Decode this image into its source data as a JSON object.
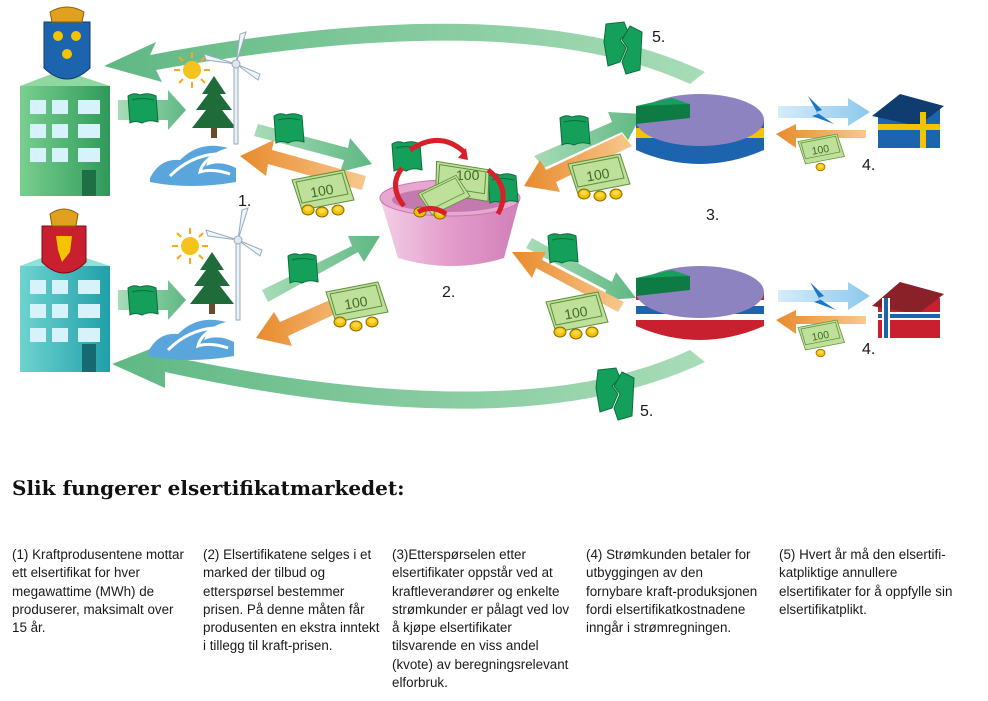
{
  "labels": {
    "step1": "1.",
    "step2": "2.",
    "step3": "3.",
    "step4_top": "4.",
    "step4_bottom": "4.",
    "step5_top": "5.",
    "step5_bottom": "5."
  },
  "money_labels": [
    "100",
    "100",
    "100",
    "100",
    "100",
    "100",
    "100"
  ],
  "title": "Slik fungerer elsertifikatmarkedet:",
  "descriptions": [
    "(1) Kraftprodusentene mottar ett elsertifikat for hver megawattime (MWh) de produserer, maksimalt over 15 år.",
    "(2) Elsertifikatene selges i et marked der tilbud og etterspørsel bestemmer prisen. På denne måten får produsenten en ekstra inntekt i tillegg til kraft-prisen.",
    "(3)Etterspørselen etter elsertifikater oppstår ved at kraftleverandører og enkelte strømkunder er pålagt ved lov å kjøpe elsertifikater tilsvarende en viss andel (kvote) av beregningsrelevant elforbruk.",
    "(4) Strømkunden betaler for utbyggingen av den fornybare kraft-produksjonen fordi elsertifikatkostnadene inngår i strømregningen.",
    "(5) Hvert år må den elsertifi-katpliktige annullere elsertifikater for å oppfylle sin elsertifikatplikt."
  ],
  "colors": {
    "arrow_green": "#7fc79a",
    "arrow_orange": "#f2a65a",
    "certificate_green": "#14a05a",
    "banknote": "#bfe09a",
    "bowl": "#e6a9cf",
    "pie_top": "#8d83c1",
    "sweden_blue": "#1d64ae",
    "sweden_yellow": "#f4c400",
    "norway_red": "#c8202e",
    "building_green": "#34b06a",
    "building_teal": "#26b4b4"
  },
  "icons": [
    "coat-of-arms-sweden-icon",
    "coat-of-arms-norway-icon",
    "wind-turbine-icon",
    "sun-icon",
    "pine-tree-icon",
    "water-wave-icon",
    "certificate-icon",
    "banknote-icon",
    "bowl-icon",
    "pie-chart-icon",
    "lightning-icon",
    "house-icon",
    "torn-certificate-icon"
  ]
}
